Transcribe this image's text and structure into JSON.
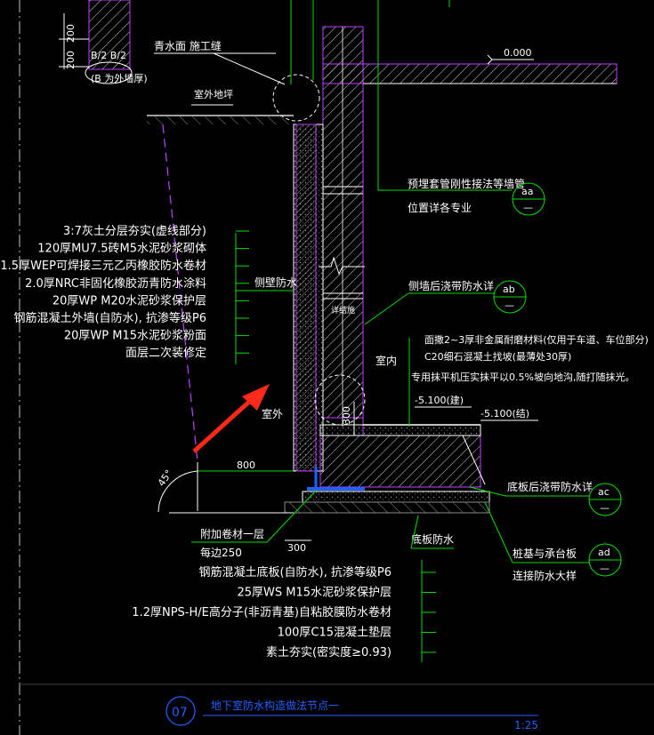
{
  "top_left": {
    "label_dim_200_a": "200",
    "label_dim_200_b": "200",
    "label_b2": "B/2 B/2",
    "label_b_note": "(B 为外墙厚)",
    "label_qingshui": "青水面   施工缝",
    "label_shiwai_dipin": "室外地坪"
  },
  "top_right": {
    "elevation_top": "0.000",
    "note_pipe_1": "预埋套管刚性接法等墙管",
    "note_pipe_2": "位置详各专业",
    "callout_aa_top": "aa",
    "callout_aa_bottom": "—"
  },
  "left_layers": {
    "items": [
      "3:7灰土分层夯实(虚线部分)",
      "120厚MU7.5砖M5水泥砂浆砌体",
      "1.5厚WEP可焊接三元乙丙橡胶防水卷材",
      "2.0厚NRC非固化橡胶沥青防水涂料",
      "20厚WP  M20水泥砂浆保护层",
      "钢筋混凝土外墙(自防水), 抗渗等级P6",
      "20厚WP  M15水泥砂浆粉面",
      "面层二次装修定"
    ],
    "side_label": "侧壁防水"
  },
  "mid_right": {
    "note_side_pour": "侧墙后浇带防水详",
    "callout_ab_top": "ab",
    "callout_ab_bottom": "—",
    "label_fanban": "详结施",
    "label_indoor": "室内",
    "label_outdoor": "室外",
    "floor_note_1": "面撒2~3厚非金属耐磨材料(仅用于车道、车位部分)",
    "floor_note_2": "C20细石混凝土找坡(最薄处30厚)",
    "floor_note_3": "专用抹平机压实抹平以0.5%坡向地沟,随打随抹光。",
    "elev_1": "-5.100(建)",
    "elev_2": "-5.100(结)",
    "dim_300_v": "300"
  },
  "bottom_left": {
    "angle_label": "45°",
    "dim_800": "800",
    "dim_300_h": "300",
    "extra_sheet_1": "附加卷材一层",
    "extra_sheet_2": "每边250"
  },
  "bottom_right": {
    "note_floor_pour": "底板后浇带防水详",
    "callout_ac_top": "ac",
    "callout_ac_bottom": "—",
    "note_pile_1": "桩基与承台板",
    "note_pile_2": "连接防水大样",
    "callout_ad_top": "ad",
    "callout_ad_bottom": "—"
  },
  "bottom_layers": {
    "title": "底板防水",
    "items": [
      "钢筋混凝土底板(自防水), 抗渗等级P6",
      "25厚WS  M15水泥砂浆保护层",
      "1.2厚NPS-H/E高分子(非沥青基)自粘胶膜防水卷材",
      "100厚C15混凝土垫层",
      "素土夯实(密实度≥0.93)"
    ]
  },
  "title_block": {
    "number": "07",
    "title": "地下室防水构造做法节点一",
    "scale": "1:25"
  },
  "colors": {
    "background": "#000000",
    "text": "#ffffff",
    "leader": "#00e000",
    "structure": "#c040ff",
    "blue_membrane": "#2060ff",
    "arrow": "#ff2a1a",
    "callout": "#00e000"
  }
}
